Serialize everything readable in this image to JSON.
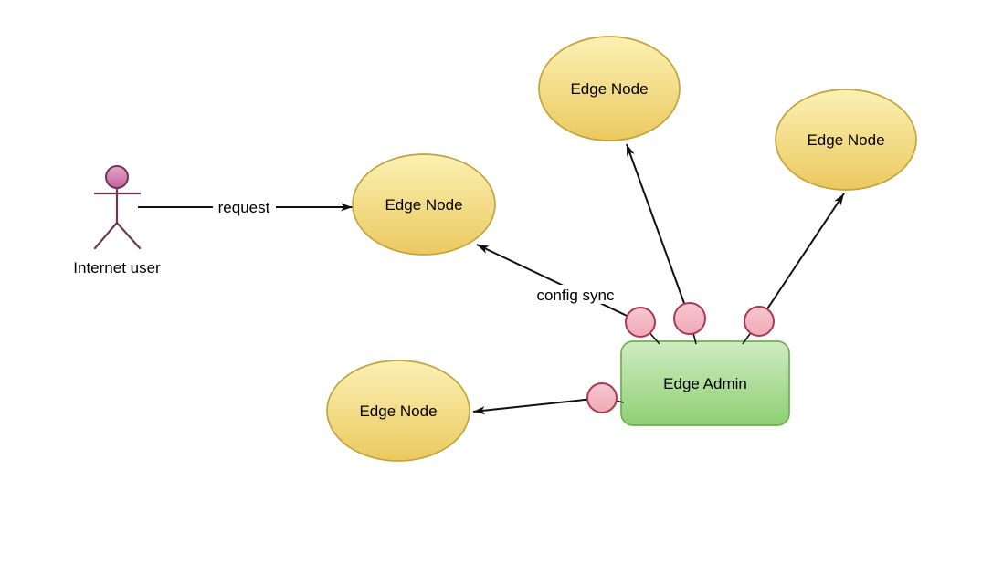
{
  "diagram": {
    "background": "#ffffff",
    "actor": {
      "label": "Internet user"
    },
    "nodes": [
      {
        "id": "edge-node-left",
        "label": "Edge Node"
      },
      {
        "id": "edge-node-top",
        "label": "Edge Node"
      },
      {
        "id": "edge-node-top-right",
        "label": "Edge Node"
      },
      {
        "id": "edge-node-bottom-left",
        "label": "Edge Node"
      }
    ],
    "admin": {
      "label": "Edge Admin"
    },
    "edges": {
      "request": {
        "label": "request"
      },
      "config_sync": {
        "label": "config sync"
      }
    },
    "colors": {
      "node_fill_top": "#FBF1B4",
      "node_fill_bottom": "#EBC95F",
      "node_stroke": "#C2A33D",
      "admin_fill_top": "#CFEBC2",
      "admin_fill_bottom": "#8FD073",
      "admin_stroke": "#6FAE53",
      "port_fill_top": "#F7C7D0",
      "port_fill_bottom": "#EFA9B6",
      "port_stroke": "#A63B50",
      "actor_head_top": "#E8A6CA",
      "actor_head_bottom": "#C2609C",
      "actor_stroke": "#6B3A54",
      "line_color": "#111111",
      "text_color": "#000000"
    }
  }
}
